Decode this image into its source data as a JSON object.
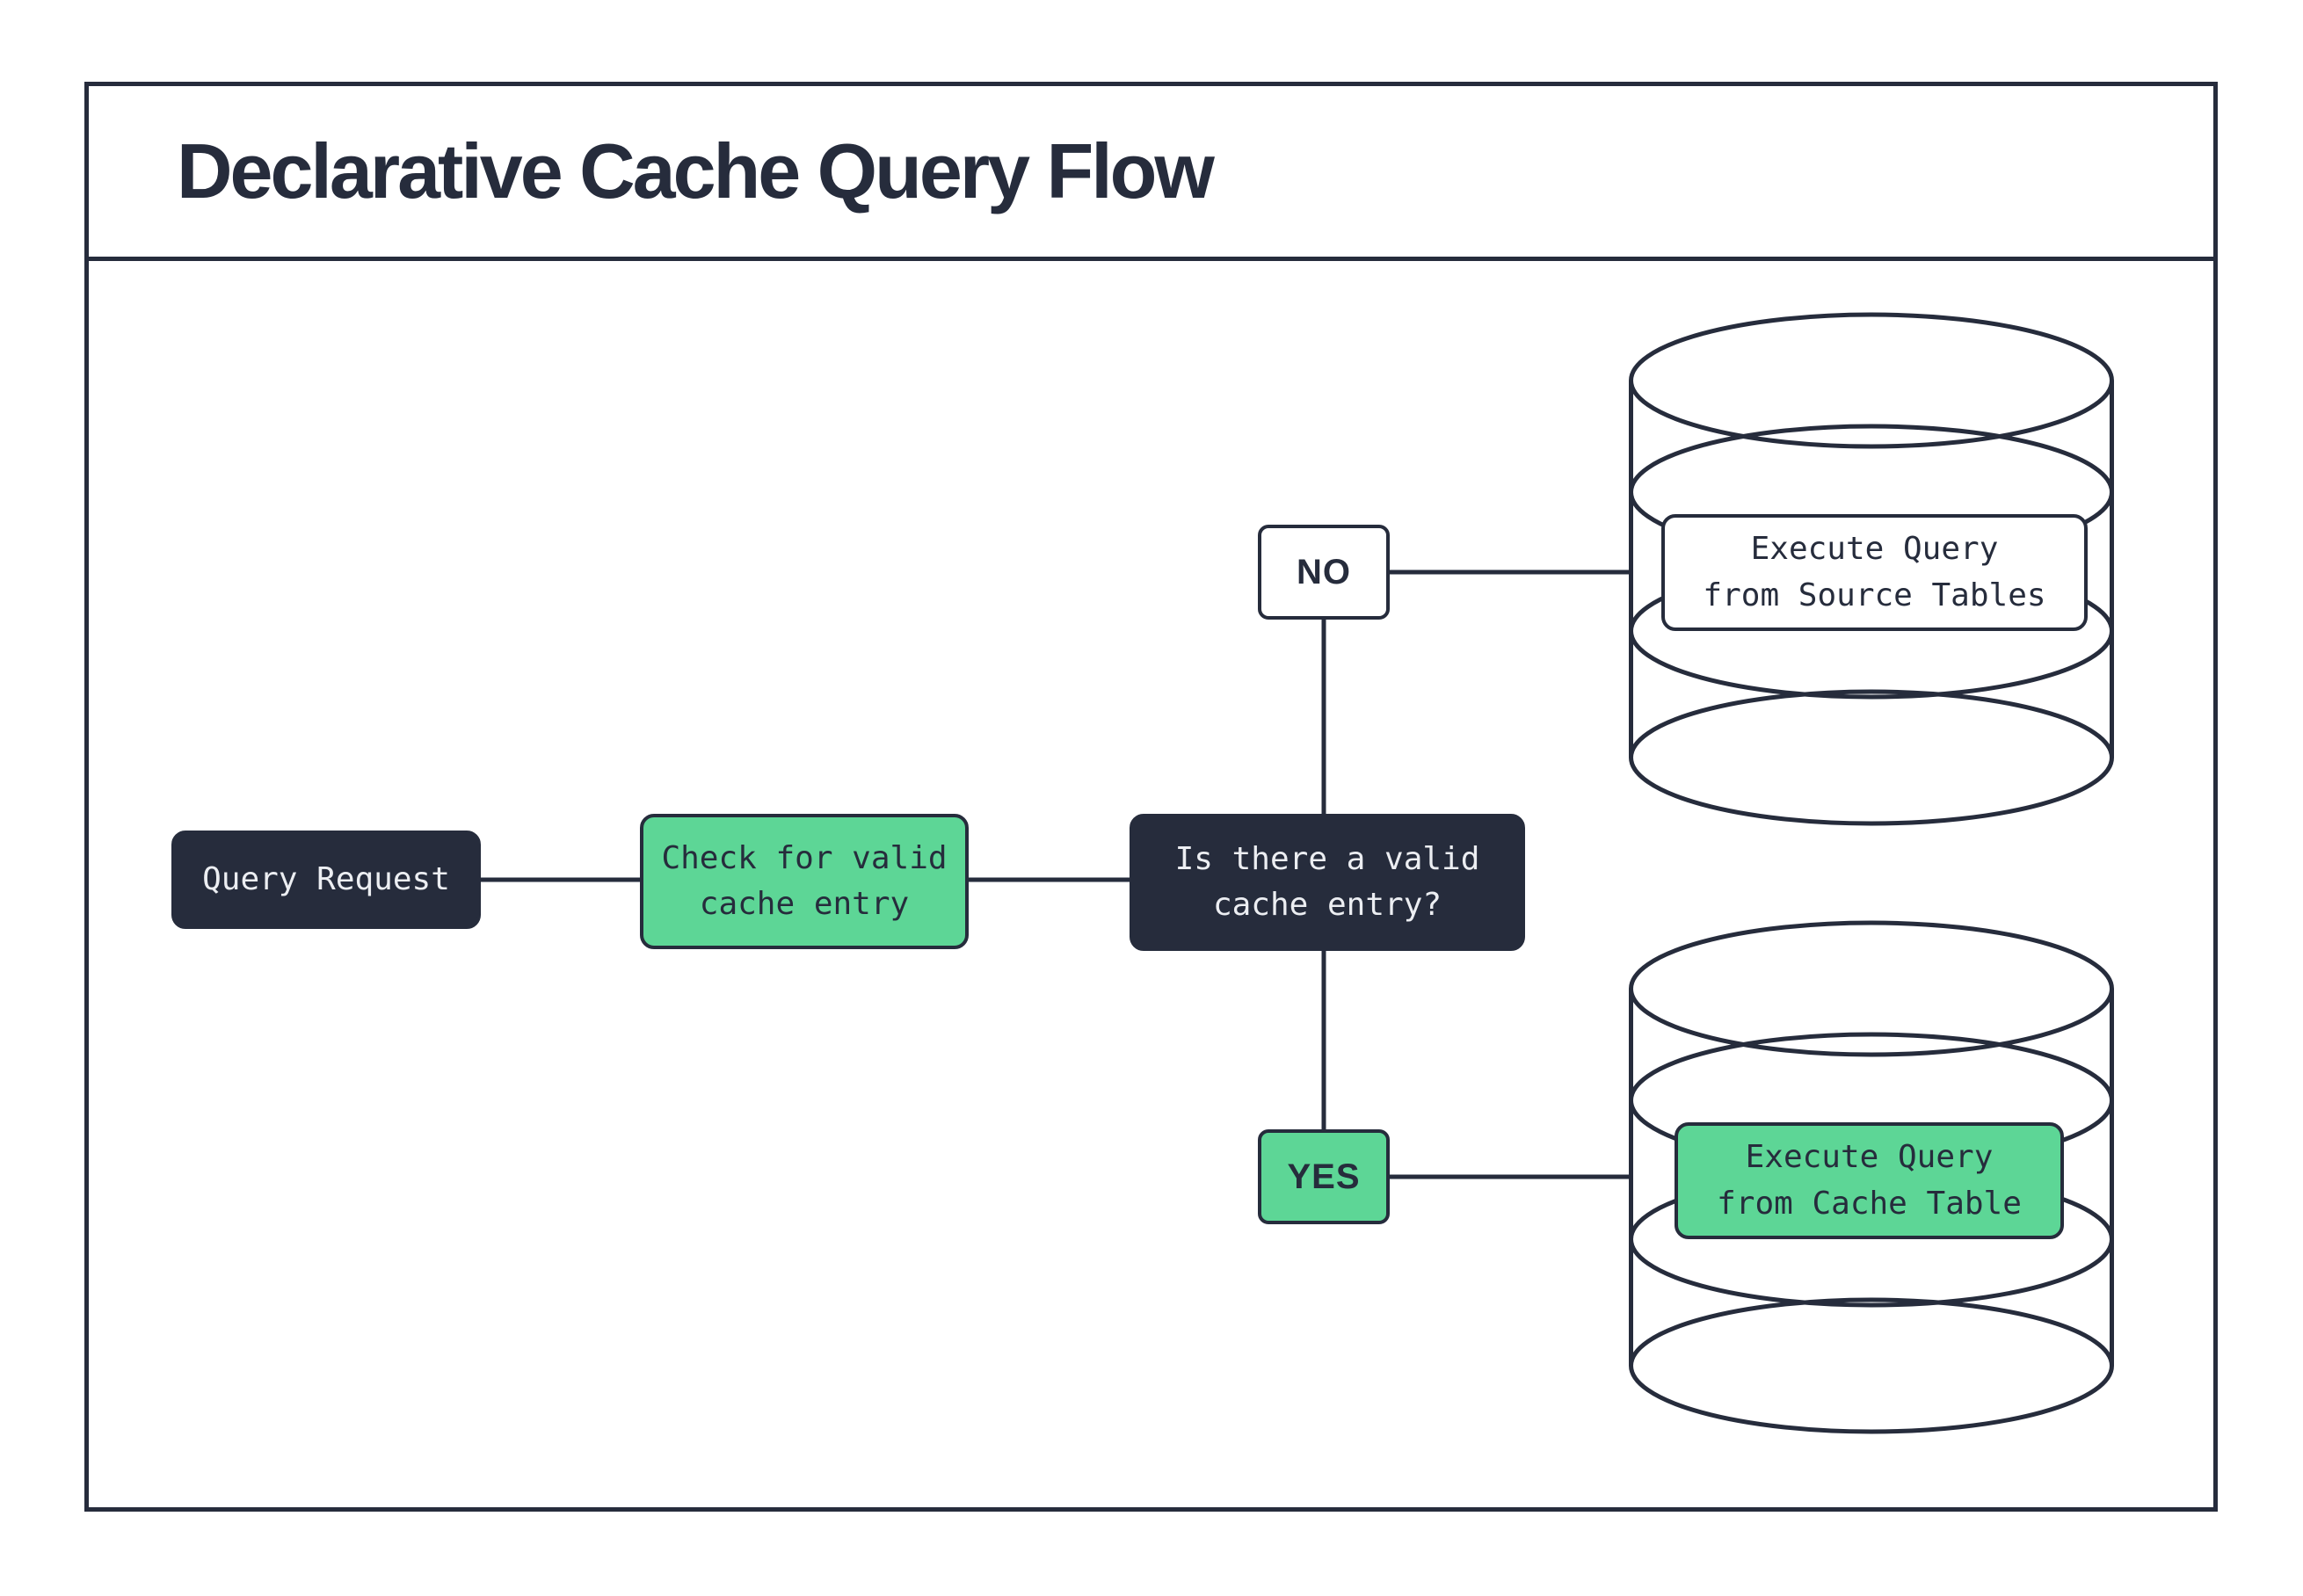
{
  "title": "Declarative Cache Query Flow",
  "colors": {
    "ink": "#262c3c",
    "green": "#5dd696",
    "paper": "#ffffff",
    "light_text": "#eceef2"
  },
  "flow": {
    "query_request": {
      "label": "Query Request"
    },
    "check_cache": {
      "line1": "Check for valid",
      "line2": "cache entry"
    },
    "decision": {
      "line1": "Is there a valid",
      "line2": "cache entry?"
    },
    "branch_no": {
      "label": "NO"
    },
    "branch_yes": {
      "label": "YES"
    },
    "source_db": {
      "line1": "Execute Query",
      "line2": "from Source Tables"
    },
    "cache_db": {
      "line1": "Execute Query",
      "line2": "from Cache Table"
    }
  }
}
